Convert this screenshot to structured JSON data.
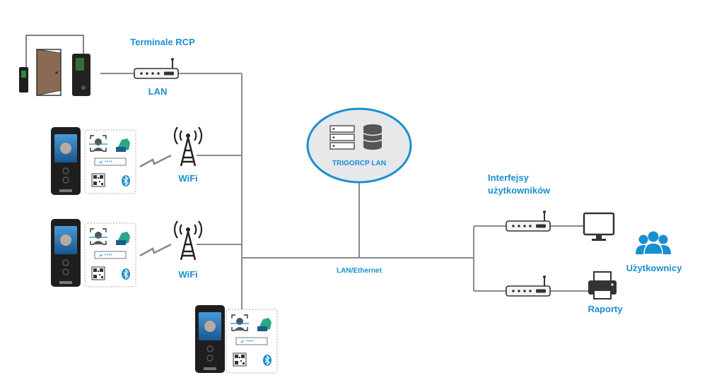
{
  "labels": {
    "terminals_title": "Terminale RCP",
    "lan": "LAN",
    "wifi_1": "WiFi",
    "wifi_2": "WiFi",
    "server": "TRIGORCP LAN",
    "ethernet": "LAN/Ethernet",
    "interfaces_line1": "Interfejsy",
    "interfaces_line2": "użytkowników",
    "users": "Użytkownicy",
    "reports": "Raporty"
  },
  "icons": [
    "door-icon",
    "card-reader-icon",
    "router-icon",
    "wifi-tower-icon",
    "wireless-signal-icon",
    "terminal-device-icon",
    "face-scan-icon",
    "fingerprint-icon",
    "pin-code-icon",
    "qr-code-icon",
    "bluetooth-icon",
    "server-icon",
    "database-icon",
    "monitor-icon",
    "printer-icon",
    "users-icon"
  ],
  "colors": {
    "accent": "#1a8fd0",
    "line": "#8a8a8a",
    "server_fill": "#e6e8ea"
  }
}
